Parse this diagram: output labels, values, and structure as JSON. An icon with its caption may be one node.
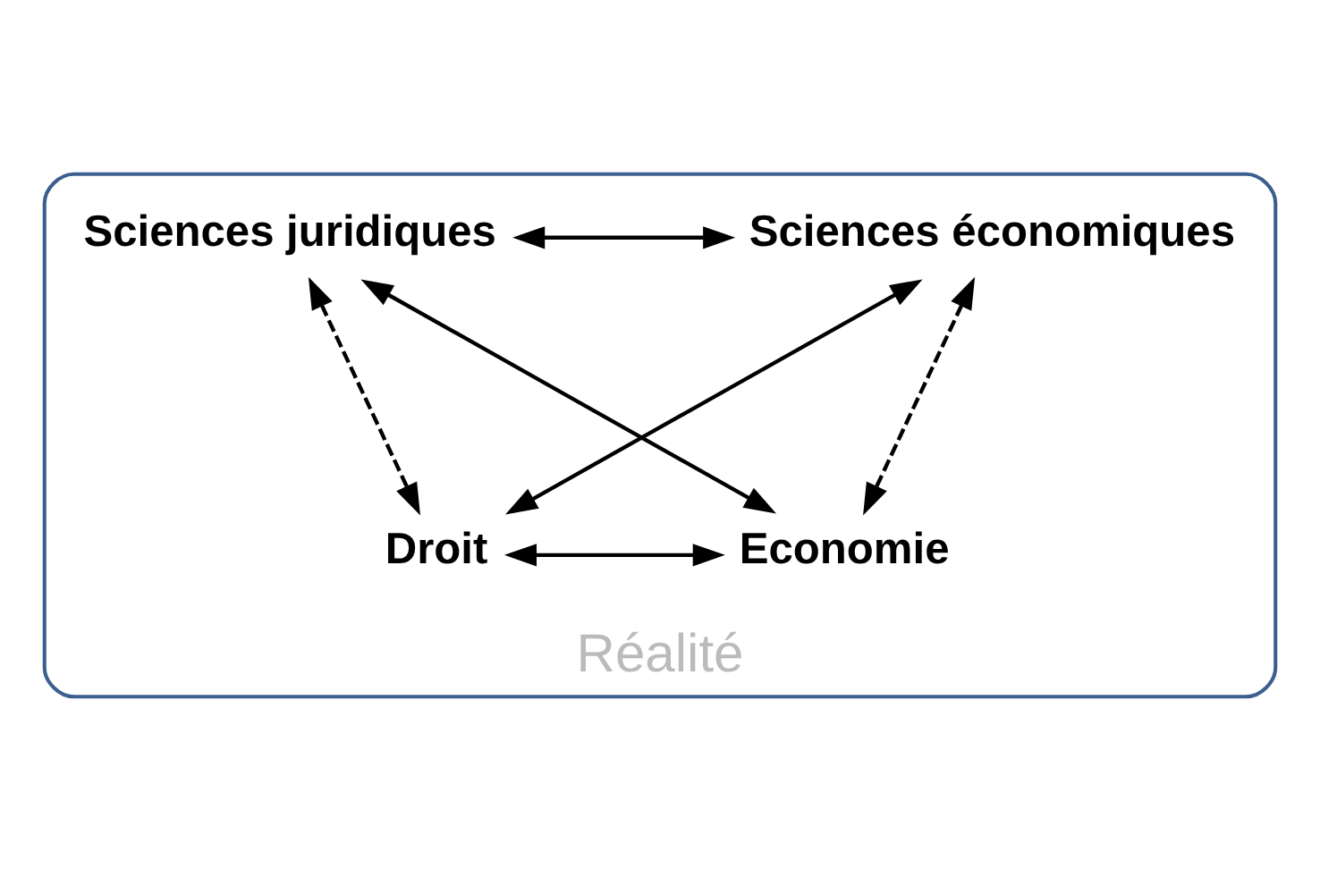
{
  "diagram": {
    "nodes": [
      {
        "text": [
          "Réalité"
        ]
      },
      {
        "text": [
          "Sciences juridiques"
        ],
        "in": 0
      },
      {
        "text": [
          "Sciences économiques"
        ],
        "in": 0
      },
      {
        "text": [
          "Droit"
        ],
        "in": 0
      },
      {
        "text": [
          "Economie"
        ],
        "in": 0
      }
    ],
    "edges": [
      {
        "from": 1,
        "to": 2,
        "arrow": "both"
      },
      {
        "from": 1,
        "to": 3,
        "arrow": "both",
        "style": "dashed"
      },
      {
        "from": 2,
        "to": 4,
        "arrow": "both",
        "style": "dashed"
      },
      {
        "from": 2,
        "to": 3,
        "arrow": "both"
      },
      {
        "from": 1,
        "to": 4,
        "arrow": "both"
      },
      {
        "from": 3,
        "to": 4,
        "arrow": "both"
      }
    ]
  }
}
